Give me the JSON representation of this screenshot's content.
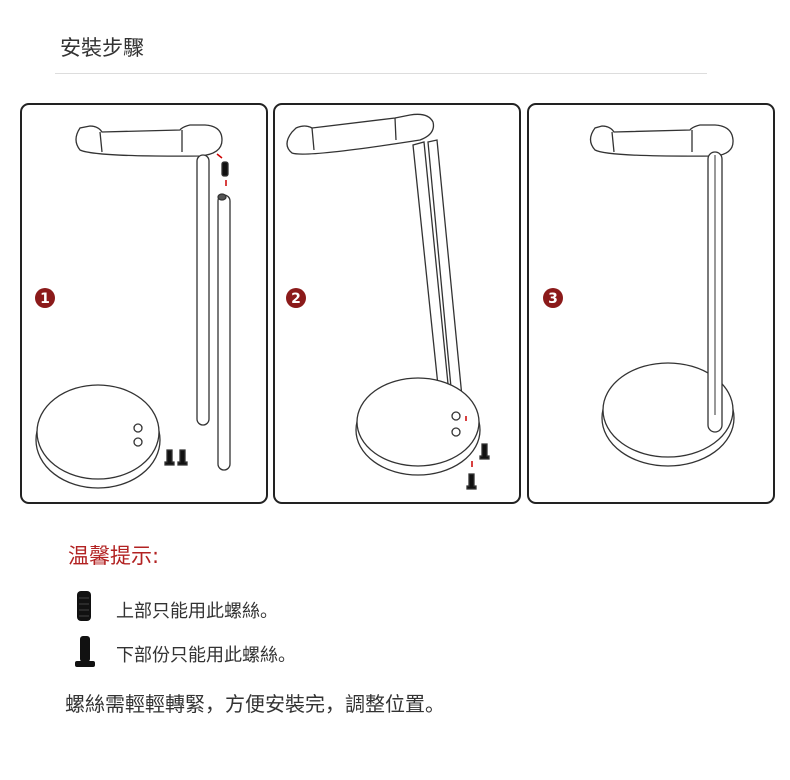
{
  "header": {
    "title": "安裝步驟"
  },
  "steps": [
    {
      "number": "1"
    },
    {
      "number": "2"
    },
    {
      "number": "3"
    }
  ],
  "tips": {
    "title": "温馨提示:",
    "upper_screw": "上部只能用此螺絲。",
    "lower_screw": "下部份只能用此螺絲。",
    "note": "螺絲需輕輕轉緊，方便安裝完，調整位置。"
  },
  "colors": {
    "accent": "#8b1a1a",
    "tip_title": "#b22222"
  }
}
